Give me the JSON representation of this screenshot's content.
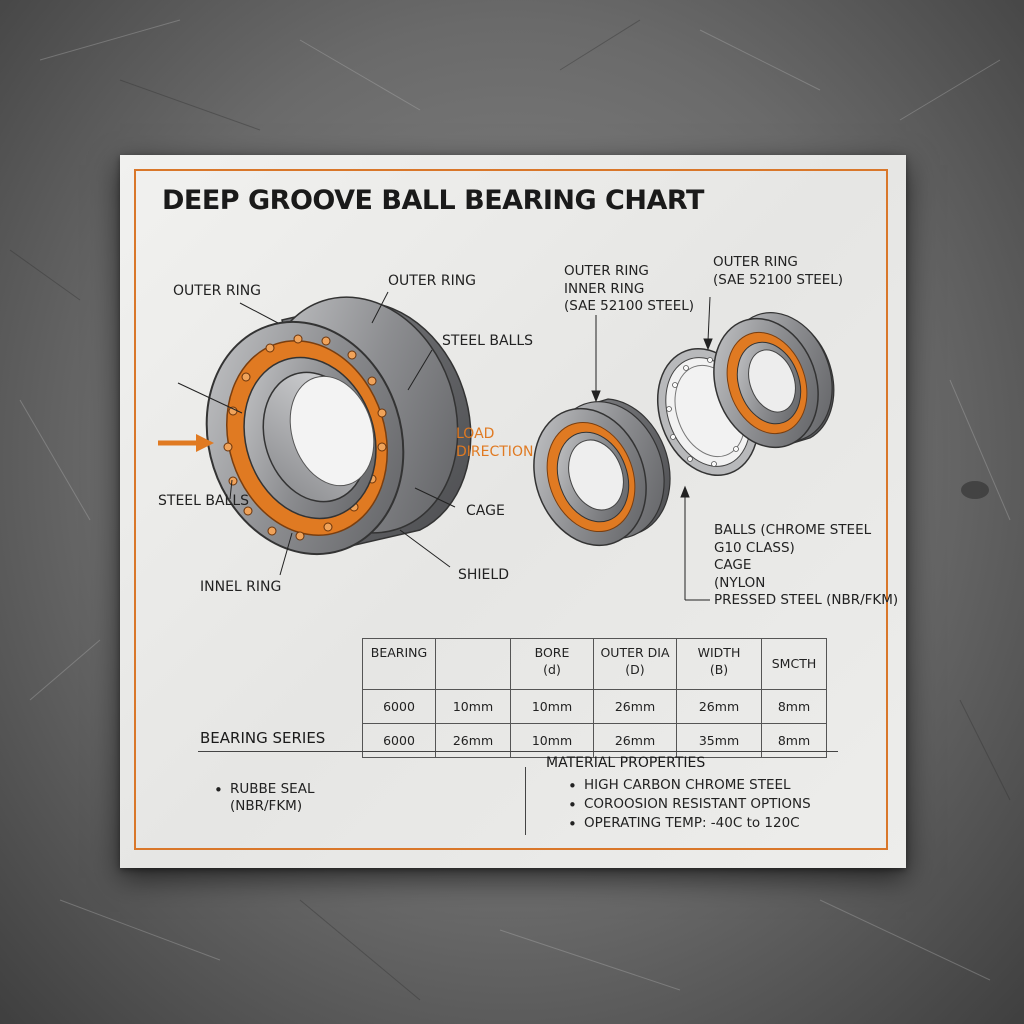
{
  "chart": {
    "title": "DEEP GROOVE BALL BEARING CHART"
  },
  "left_diagram": {
    "labels": {
      "outer_ring_1": "OUTER RING",
      "outer_ring_2": "OUTER RING",
      "steel_balls_right": "STEEL BALLS",
      "load_direction": "LOAD\nDIRECTION",
      "steel_balls_left": "STEEL BALLS",
      "cage": "CAGE",
      "inner_ring": "INNEL RING",
      "shield": "SHIELD"
    }
  },
  "exploded_view": {
    "labels": {
      "outer_inner_ring": "OUTER RING\nINNER RING\n(SAE 52100 STEEL)",
      "outer_ring_steel": "OUTER RING\n(SAE 52100 STEEL)",
      "balls_cage": "BALLS (CHROME STEEL\nG10 CLASS)\nCAGE\n(NYLON\nPRESSED STEEL (NBR/FKM)"
    }
  },
  "table": {
    "headers": [
      "BEARING",
      "",
      "BORE\n(d)",
      "OUTER DIA\n(D)",
      "WIDTH\n(B)",
      "SMCTH"
    ],
    "rows": [
      [
        "6000",
        "10mm",
        "10mm",
        "26mm",
        "26mm",
        "8mm"
      ],
      [
        "6000",
        "26mm",
        "10mm",
        "26mm",
        "35mm",
        "8mm"
      ]
    ]
  },
  "bearing_series": {
    "heading": "BEARING SERIES",
    "items": [
      "RUBBE SEAL\n(NBR/FKM)"
    ]
  },
  "material_properties": {
    "heading": "MATERIAL PROPERTIES",
    "items": [
      "HIGH CARBON CHROME STEEL",
      "COROOSION RESISTANT OPTIONS",
      "OPERATING TEMP: -40C to 120C"
    ]
  },
  "colors": {
    "accent": "#e07a22",
    "steel": "#9b9c9e",
    "poster": "#ececea"
  }
}
